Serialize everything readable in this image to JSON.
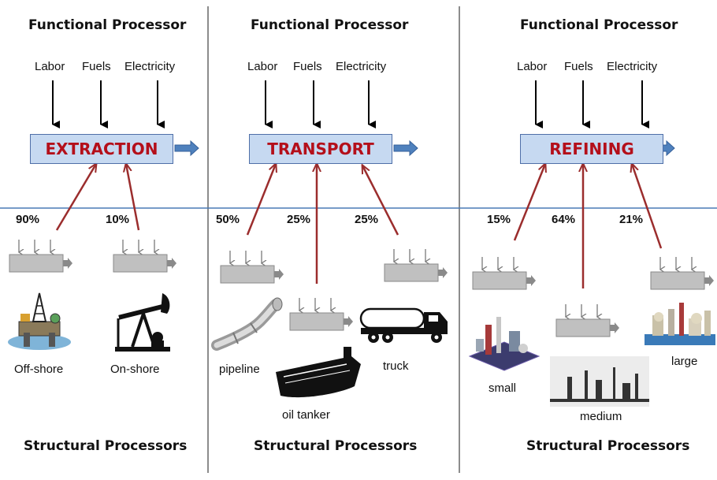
{
  "columns": [
    {
      "heading": "Functional Processor",
      "inputs": [
        "Labor",
        "Fuels",
        "Electricity"
      ],
      "process": "EXTRACTION",
      "shares": [
        "90%",
        "10%"
      ],
      "structures": [
        "Off-shore",
        "On-shore"
      ],
      "footer": "Structural Processors"
    },
    {
      "heading": "Functional Processor",
      "inputs": [
        "Labor",
        "Fuels",
        "Electricity"
      ],
      "process": "TRANSPORT",
      "shares": [
        "50%",
        "25%",
        "25%"
      ],
      "structures": [
        "pipeline",
        "oil tanker",
        "truck"
      ],
      "footer": "Structural Processors"
    },
    {
      "heading": "Functional Processor",
      "inputs": [
        "Labor",
        "Fuels",
        "Electricity"
      ],
      "process": "REFINING",
      "shares": [
        "15%",
        "64%",
        "21%"
      ],
      "structures": [
        "small",
        "medium",
        "large"
      ],
      "footer": "Structural Processors"
    }
  ],
  "colors": {
    "process_fill": "#c6d9f1",
    "process_border": "#4f6fa8",
    "process_text": "#b40f1a",
    "link_arrow": "#9b2d2d",
    "divider_line": "#4a7ab5",
    "mini_box": "#c0c0c0",
    "column_separator": "#8c8c8c"
  },
  "icons": [
    "offshore-rig-icon",
    "pumpjack-icon",
    "pipeline-icon",
    "oil-tanker-icon",
    "tanker-truck-icon",
    "small-refinery-icon",
    "medium-refinery-icon",
    "large-refinery-icon"
  ]
}
